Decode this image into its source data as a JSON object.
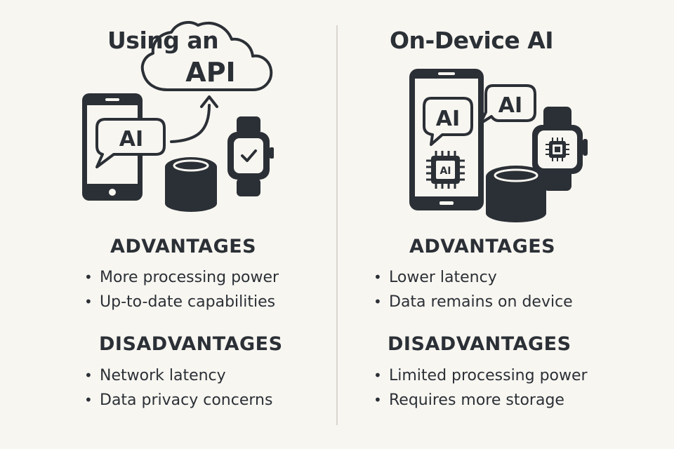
{
  "left": {
    "title": "Using an",
    "cloud_label": "API",
    "bubble_label": "AI",
    "advantages_heading": "ADVANTAGES",
    "advantages": [
      "More processing power",
      "Up-to-date capabilities"
    ],
    "disadvantages_heading": "DISADVANTAGES",
    "disadvantages": [
      "Network latency",
      "Data privacy concerns"
    ]
  },
  "right": {
    "title": "On-Device AI",
    "bubble_phone_label": "AI",
    "bubble_side_label": "AI",
    "chip_label": "AI",
    "advantages_heading": "ADVANTAGES",
    "advantages": [
      "Lower latency",
      "Data remains on device"
    ],
    "disadvantages_heading": "DISADVANTAGES",
    "disadvantages": [
      "Limited processing power",
      "Requires more storage"
    ]
  },
  "colors": {
    "ink": "#2b3036",
    "background": "#f8f6f1",
    "divider": "#d9d6cf"
  }
}
